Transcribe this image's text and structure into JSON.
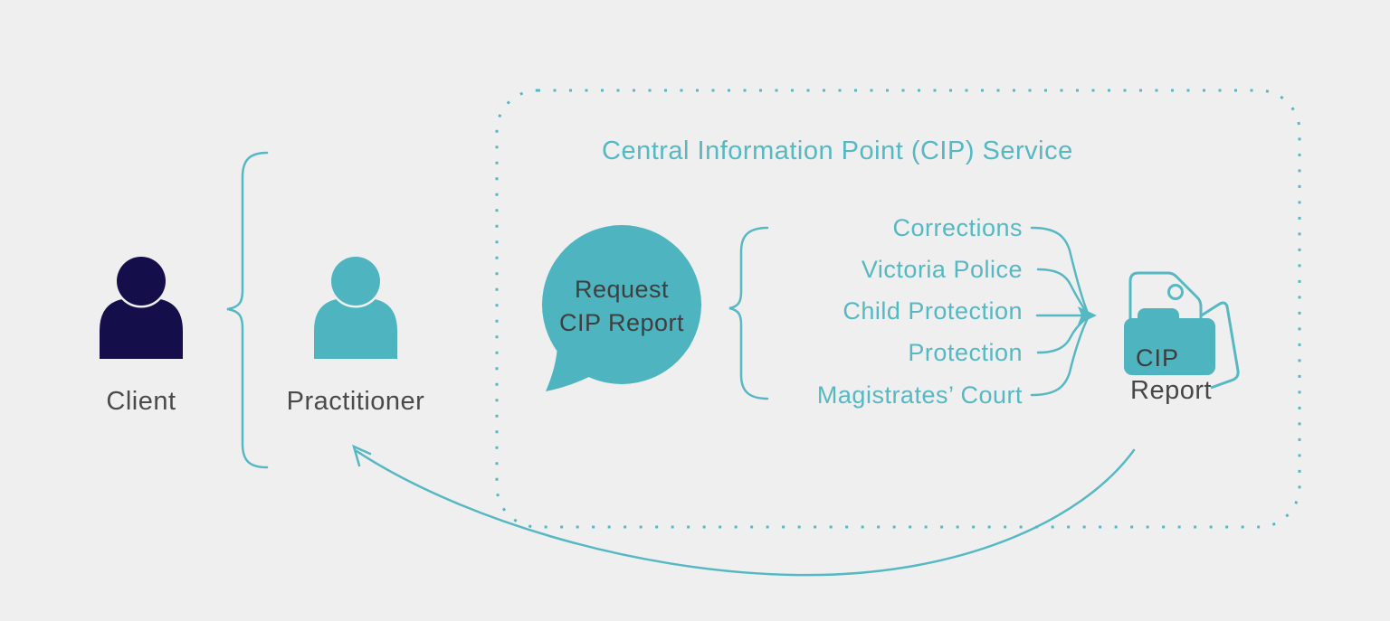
{
  "colors": {
    "background": "#f0efef",
    "navy": "#140f4a",
    "teal_fill": "#4db4c0",
    "teal_line": "#55b8c3",
    "text_dark": "#4a4a4a"
  },
  "actors": {
    "client": {
      "label": "Client"
    },
    "practitioner": {
      "label": "Practitioner"
    }
  },
  "cip": {
    "title": "Central Information Point (CIP) Service",
    "request_bubble": {
      "line1": "Request",
      "line2": "CIP Report"
    },
    "agencies": [
      "Corrections",
      "Victoria Police",
      "Child Protection",
      "Protection",
      "Magistrates’ Court"
    ],
    "report": {
      "line1": "CIP",
      "line2": "Report"
    }
  }
}
